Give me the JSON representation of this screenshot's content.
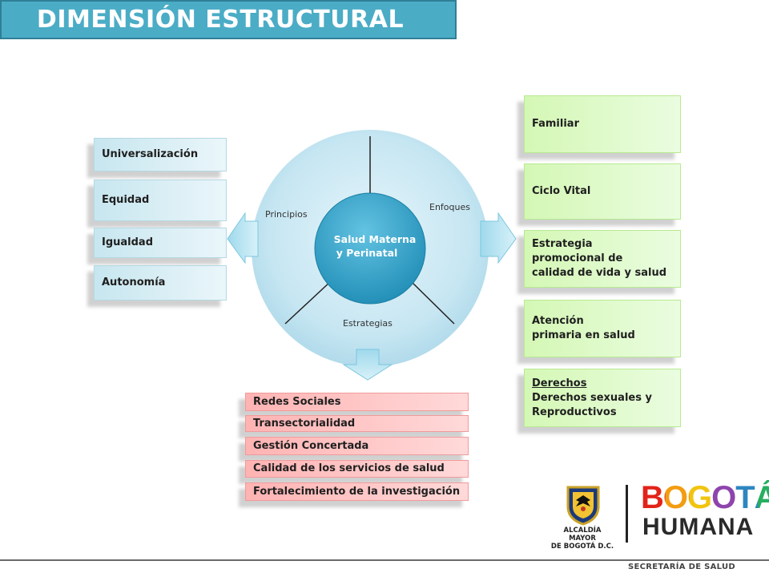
{
  "title": "DIMENSIÓN ESTRUCTURAL",
  "center": {
    "line1": "Salud Materna",
    "line2": "y Perinatal"
  },
  "circle_labels": {
    "principios": "Principios",
    "enfoques": "Enfoques",
    "estrategias": "Estrategias"
  },
  "principios": [
    "Universalización",
    "Equidad",
    "Igualdad",
    "Autonomía"
  ],
  "enfoques": [
    {
      "lines": [
        "Familiar"
      ]
    },
    {
      "lines": [
        "Ciclo Vital"
      ]
    },
    {
      "lines": [
        "Estrategia",
        "promocional de",
        "calidad de vida y salud"
      ]
    },
    {
      "lines": [
        "Atención",
        "primaria en salud"
      ]
    },
    {
      "heading": "Derechos",
      "lines": [
        "Derechos sexuales y",
        "Reproductivos"
      ]
    }
  ],
  "estrategias": [
    "Redes Sociales",
    "Transectorialidad",
    "Gestión Concertada",
    "Calidad de los servicios de salud",
    "Fortalecimiento de la investigación"
  ],
  "logo": {
    "crest_caption_1": "ALCALDÍA MAYOR",
    "crest_caption_2": "DE BOGOTÁ D.C.",
    "word1": "BOGOTÁ",
    "word2": "HUMANA"
  },
  "footer": "SECRETARÍA DE SALUD",
  "colors": {
    "title_bg": "#4bacc6",
    "circle": "#bfe3f0",
    "center": "#2f9fc4",
    "principios_box": "#c7e6ef",
    "enfoques_box": "#d4f7b5",
    "estrategias_box": "#ffb3b3"
  }
}
